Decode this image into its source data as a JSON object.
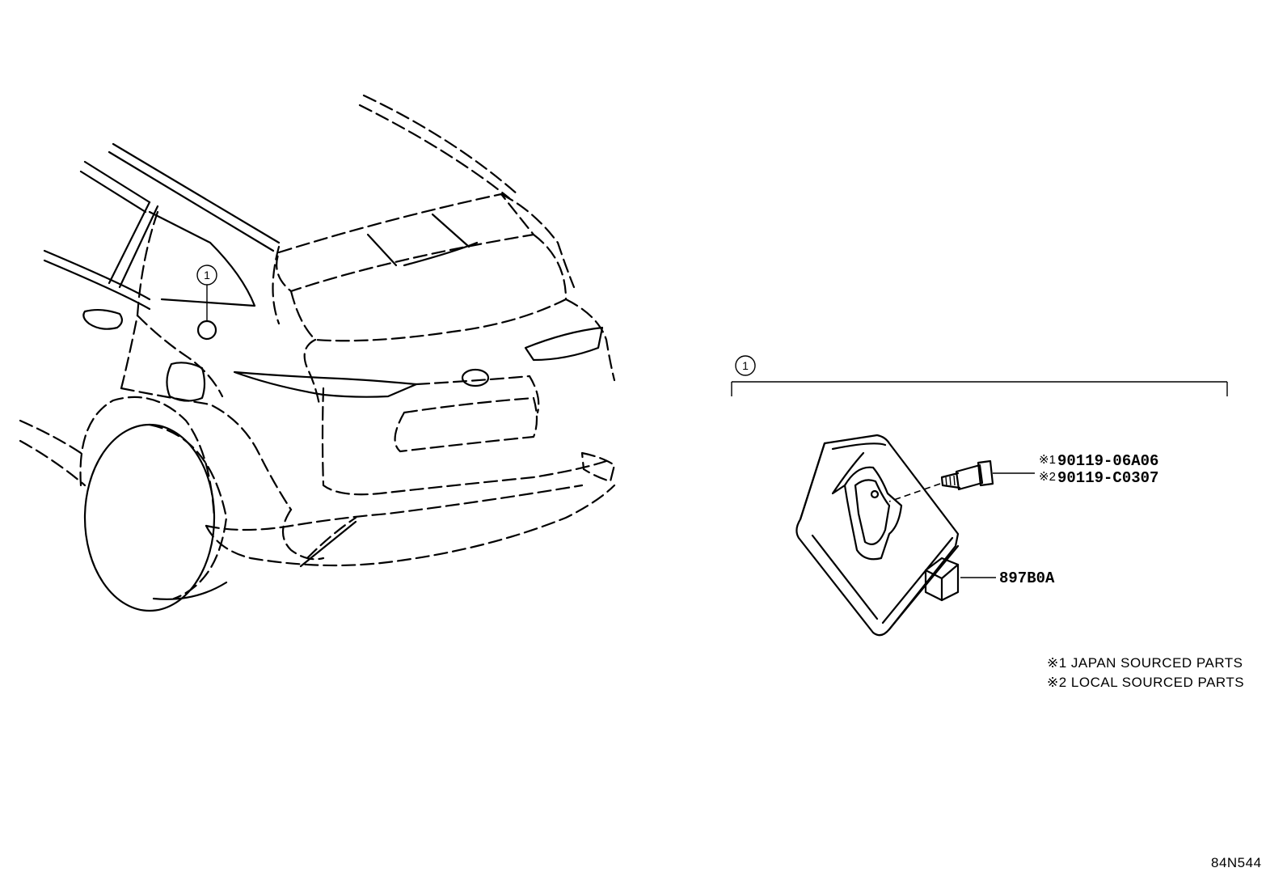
{
  "callout": {
    "number": "1"
  },
  "parts": {
    "bolt_japan_mark": "※1",
    "bolt_japan_number": "90119-06A06",
    "bolt_local_mark": "※2",
    "bolt_local_number": "90119-C0307",
    "module_number": "897B0A"
  },
  "notes": {
    "note1": "※1 JAPAN SOURCED PARTS",
    "note2": "※2 LOCAL SOURCED PARTS"
  },
  "diagram_code": "84N544"
}
